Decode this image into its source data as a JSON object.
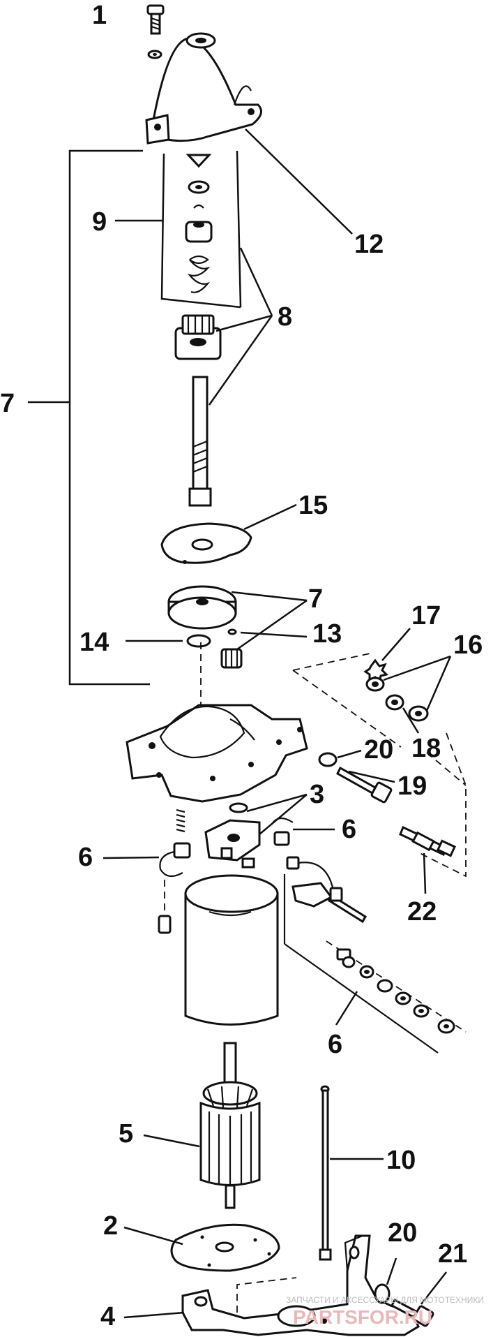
{
  "labels": {
    "l1": "1",
    "l12": "12",
    "l9": "9",
    "l8": "8",
    "l7a": "7",
    "l15": "15",
    "l7b": "7",
    "l17": "17",
    "l16": "16",
    "l14": "14",
    "l13": "13",
    "l18": "18",
    "l20a": "20",
    "l19": "19",
    "l3": "3",
    "l6a": "6",
    "l6b": "6",
    "l22": "22",
    "l6c": "6",
    "l5": "5",
    "l10": "10",
    "l20b": "20",
    "l21": "21",
    "l2": "2",
    "l4": "4"
  },
  "watermark": {
    "small": "ЗАПЧАСТИ И АКСЕССУАРЫ ДЛЯ МОТОТЕХНИКИ",
    "big": "PARTSFOR.RU"
  }
}
